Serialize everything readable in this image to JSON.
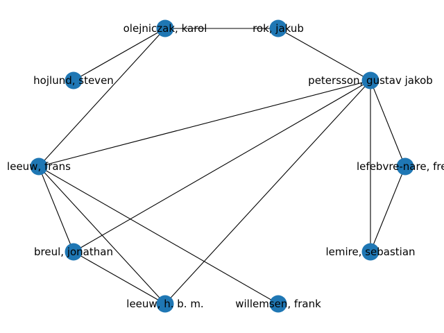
{
  "graph": {
    "node_color": "#1f77b4",
    "edge_color": "#000000",
    "nodes": [
      {
        "id": "olejniczak",
        "label": "olejniczak, karol"
      },
      {
        "id": "rok",
        "label": "rok, jakub"
      },
      {
        "id": "hojlund",
        "label": "hojlund, steven"
      },
      {
        "id": "petersson",
        "label": "petersson, gustav jakob"
      },
      {
        "id": "leeuw_frans",
        "label": "leeuw, frans"
      },
      {
        "id": "lefebvre",
        "label": "lefebvre-nare, fred"
      },
      {
        "id": "breul",
        "label": "breul, jonathan"
      },
      {
        "id": "lemire",
        "label": "lemire, sebastian"
      },
      {
        "id": "leeuw_hbm",
        "label": "leeuw, h. b. m."
      },
      {
        "id": "willemsen",
        "label": "willemsen, frank"
      }
    ],
    "edges": [
      [
        "olejniczak",
        "rok"
      ],
      [
        "olejniczak",
        "hojlund"
      ],
      [
        "olejniczak",
        "leeuw_frans"
      ],
      [
        "rok",
        "petersson"
      ],
      [
        "petersson",
        "leeuw_frans"
      ],
      [
        "petersson",
        "breul"
      ],
      [
        "petersson",
        "leeuw_hbm"
      ],
      [
        "petersson",
        "lefebvre"
      ],
      [
        "petersson",
        "lemire"
      ],
      [
        "lefebvre",
        "lemire"
      ],
      [
        "leeuw_frans",
        "breul"
      ],
      [
        "leeuw_frans",
        "leeuw_hbm"
      ],
      [
        "leeuw_frans",
        "willemsen"
      ],
      [
        "breul",
        "leeuw_hbm"
      ]
    ]
  }
}
